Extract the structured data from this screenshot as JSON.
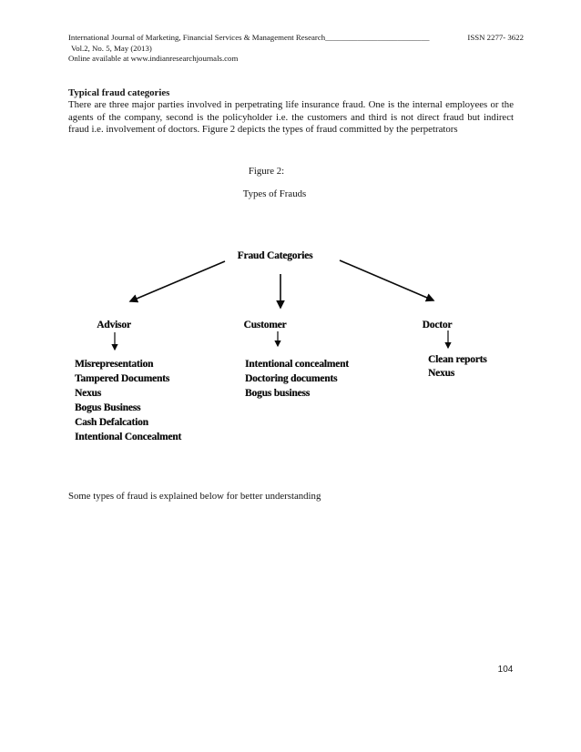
{
  "colors": {
    "text": "#141414",
    "background": "#ffffff"
  },
  "header": {
    "journal_title": "International Journal of Marketing, Financial Services & Management Research",
    "underscore_fill": "__________________________",
    "issn": "ISSN 2277- 3622",
    "volume_line": "Vol.2, No. 5, May (2013)",
    "availability_line": "Online available at www.indianresearchjournals.com"
  },
  "content": {
    "section_heading": "Typical fraud categories",
    "paragraph": "There are three major parties involved in perpetrating life insurance fraud. One is the internal employees or the agents of the company, second is the policyholder i.e. the customers and third is not direct fraud but indirect fraud i.e. involvement of doctors. Figure 2 depicts the types of fraud committed by the perpetrators",
    "figure_label": "Figure 2:",
    "figure_title": "Types of Frauds",
    "closing_line": "Some types of fraud is explained below for better understanding"
  },
  "diagram": {
    "root_label": "Fraud Categories",
    "branches": [
      {
        "label": "Advisor",
        "items": [
          "Misrepresentation",
          "Tampered Documents",
          "Nexus",
          "Bogus Business",
          "Cash Defalcation",
          "Intentional Concealment"
        ]
      },
      {
        "label": "Customer",
        "items": [
          "Intentional concealment",
          "Doctoring documents",
          "Bogus business"
        ]
      },
      {
        "label": "Doctor",
        "items": [
          "Clean reports",
          "Nexus"
        ]
      }
    ]
  },
  "footer": {
    "page_number": "104"
  }
}
